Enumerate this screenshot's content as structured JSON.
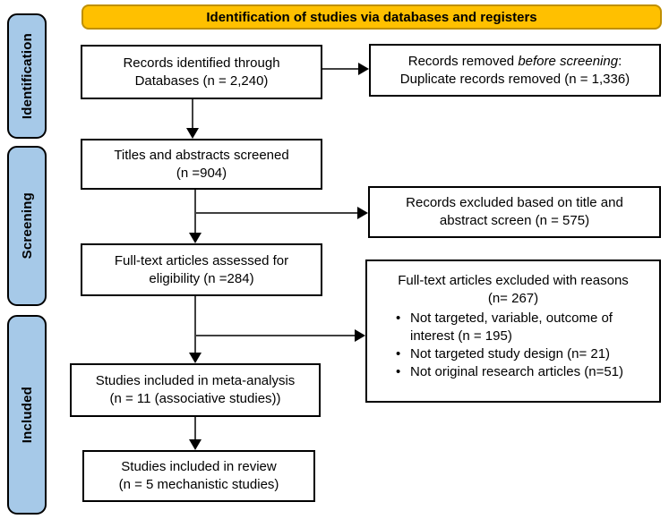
{
  "header": {
    "title": "Identification of studies via databases and registers"
  },
  "sidebar": {
    "identification": "Identification",
    "screening": "Screening",
    "included": "Included"
  },
  "flow": {
    "records_identified": {
      "line1": "Records identified through",
      "line2": "Databases (n = 2,240)"
    },
    "titles_screened": {
      "line1": "Titles and abstracts screened",
      "line2": "(n =904)"
    },
    "fulltext_assessed": {
      "line1": "Full-text articles assessed for",
      "line2": "eligibility (n =284)"
    },
    "meta_analysis": {
      "line1": "Studies included in meta-analysis",
      "line2": "(n = 11 (associative studies))"
    },
    "review_included": {
      "line1": "Studies included in review",
      "line2": "(n = 5 mechanistic studies)"
    }
  },
  "exclusions": {
    "removed_before_screening": {
      "prefix": "Records removed ",
      "italic": "before screening",
      "suffix": ":",
      "line2": "Duplicate records removed  (n = 1,336)"
    },
    "title_abstract_excluded": {
      "line1": "Records excluded based on title and",
      "line2": "abstract screen (n = 575)"
    },
    "fulltext_excluded": {
      "title": "Full-text articles excluded with reasons",
      "count": "(n= 267)",
      "reasons": [
        "Not targeted, variable, outcome of interest (n = 195)",
        "Not targeted study design (n= 21)",
        "Not original research articles (n=51)"
      ]
    }
  },
  "colors": {
    "header_fill": "#FFC000",
    "header_border": "#BF8F00",
    "stage_fill": "#A6C9E8",
    "box_border": "#000000",
    "arrow_color": "#404040"
  }
}
